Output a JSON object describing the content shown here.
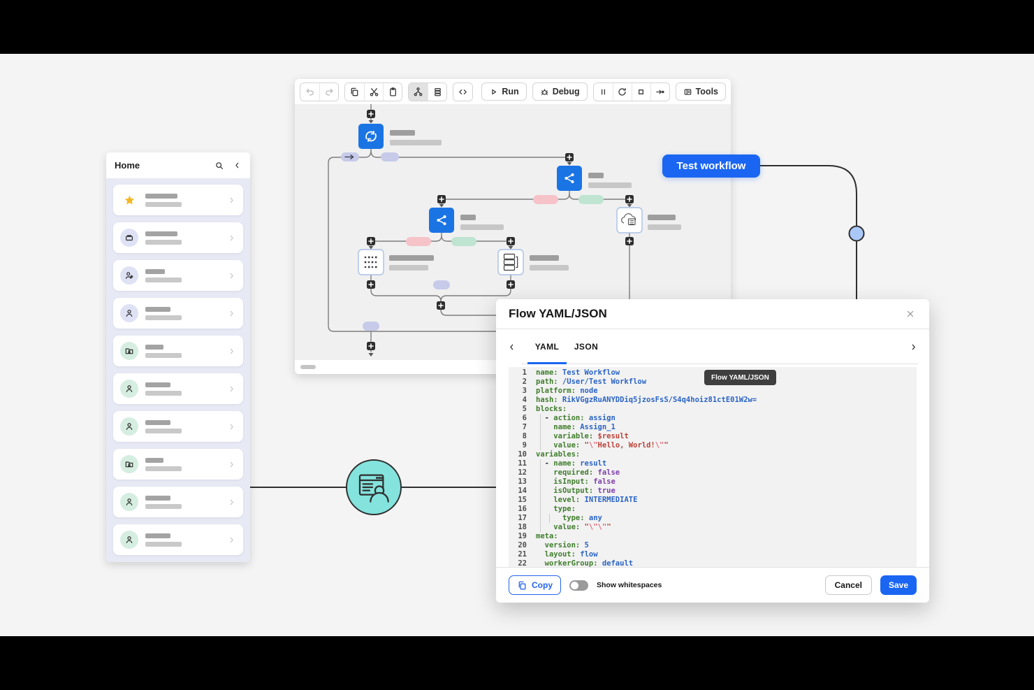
{
  "page": {
    "background": "#f4f4f4",
    "letterbox_color": "#000000"
  },
  "colors": {
    "accent_blue": "#1a66f2",
    "node_blue": "#1b74e4",
    "teal_circle": "#84e3dd",
    "pill_lavender": "#c7cbe9",
    "pill_pink": "#f6c3c9",
    "pill_mint": "#bfe4d1",
    "yaml_key": "#3f7d2c",
    "yaml_value": "#2a64c5",
    "yaml_string": "#bc4138",
    "yaml_escape": "#e0697a",
    "yaml_bool": "#7d3fa8"
  },
  "sidebar": {
    "title": "Home",
    "header_icons": [
      "search",
      "chevron-left"
    ],
    "items": [
      {
        "icon": "star",
        "circle": "none",
        "top_w": 46,
        "bot_w": 52
      },
      {
        "icon": "brick",
        "circle": "lavender",
        "top_w": 46,
        "bot_w": 52
      },
      {
        "icon": "user-gear",
        "circle": "lavender",
        "top_w": 28,
        "bot_w": 52
      },
      {
        "icon": "user",
        "circle": "lavender",
        "top_w": 36,
        "bot_w": 52
      },
      {
        "icon": "folder-user",
        "circle": "mint",
        "top_w": 26,
        "bot_w": 52
      },
      {
        "icon": "user",
        "circle": "mint",
        "top_w": 36,
        "bot_w": 52
      },
      {
        "icon": "user",
        "circle": "mint",
        "top_w": 36,
        "bot_w": 52
      },
      {
        "icon": "folder-user",
        "circle": "mint",
        "top_w": 26,
        "bot_w": 52
      },
      {
        "icon": "user",
        "circle": "mint",
        "top_w": 36,
        "bot_w": 52
      },
      {
        "icon": "user",
        "circle": "mint",
        "top_w": 36,
        "bot_w": 52
      }
    ]
  },
  "canvas": {
    "toolbar": {
      "left_groups": [
        [
          "undo",
          "redo"
        ],
        [
          "copy",
          "cut",
          "paste"
        ],
        [
          "tree",
          "stack"
        ],
        [
          "code"
        ]
      ],
      "disabled_icons": [
        "undo",
        "redo"
      ],
      "selected_icon": "tree",
      "run_label": "Run",
      "run_icon": "play",
      "debug_label": "Debug",
      "debug_icon": "bug",
      "transport_icons": [
        "pause",
        "restart",
        "stop",
        "step"
      ],
      "tools_label": "Tools",
      "tools_icon": "tools"
    }
  },
  "test_workflow": {
    "label": "Test workflow"
  },
  "modal": {
    "title": "Flow YAML/JSON",
    "close_icon": "close",
    "tab_nav": [
      "chevron-left",
      "chevron-right"
    ],
    "tabs": [
      {
        "label": "YAML",
        "active": true
      },
      {
        "label": "JSON",
        "active": false
      }
    ],
    "tooltip": "Flow YAML/JSON",
    "code_lines": [
      {
        "n": 1,
        "seg": [
          [
            "k",
            "name:"
          ],
          [
            "b",
            " Test Workflow"
          ]
        ]
      },
      {
        "n": 2,
        "seg": [
          [
            "k",
            "path:"
          ],
          [
            "b",
            " /User/Test Workflow"
          ]
        ]
      },
      {
        "n": 3,
        "seg": [
          [
            "k",
            "platform:"
          ],
          [
            "b",
            " node"
          ]
        ]
      },
      {
        "n": 4,
        "seg": [
          [
            "k",
            "hash:"
          ],
          [
            "b",
            " RikVGgzRuANYDDiq5jzosFsS/S4q4hoiz81ctE01W2w="
          ]
        ]
      },
      {
        "n": 5,
        "seg": [
          [
            "k",
            "blocks:"
          ]
        ]
      },
      {
        "n": 6,
        "seg": [
          [
            "t",
            "  - "
          ],
          [
            "k",
            "action:"
          ],
          [
            "b",
            " assign"
          ]
        ]
      },
      {
        "n": 7,
        "seg": [
          [
            "t",
            "    "
          ],
          [
            "k",
            "name:"
          ],
          [
            "b",
            " Assign_1"
          ]
        ]
      },
      {
        "n": 8,
        "seg": [
          [
            "t",
            "    "
          ],
          [
            "k",
            "variable:"
          ],
          [
            "r",
            " $result"
          ]
        ]
      },
      {
        "n": 9,
        "seg": [
          [
            "t",
            "    "
          ],
          [
            "k",
            "value:"
          ],
          [
            "r",
            " \""
          ],
          [
            "e",
            "\\\""
          ],
          [
            "r",
            "Hello, World!"
          ],
          [
            "e",
            "\\\""
          ],
          [
            "r",
            "\""
          ]
        ]
      },
      {
        "n": 10,
        "seg": [
          [
            "k",
            "variables:"
          ]
        ]
      },
      {
        "n": 11,
        "seg": [
          [
            "t",
            "  - "
          ],
          [
            "k",
            "name:"
          ],
          [
            "b",
            " result"
          ]
        ]
      },
      {
        "n": 12,
        "seg": [
          [
            "t",
            "    "
          ],
          [
            "k",
            "required:"
          ],
          [
            "p",
            " false"
          ]
        ]
      },
      {
        "n": 13,
        "seg": [
          [
            "t",
            "    "
          ],
          [
            "k",
            "isInput:"
          ],
          [
            "p",
            " false"
          ]
        ]
      },
      {
        "n": 14,
        "seg": [
          [
            "t",
            "    "
          ],
          [
            "k",
            "isOutput:"
          ],
          [
            "p",
            " true"
          ]
        ]
      },
      {
        "n": 15,
        "seg": [
          [
            "t",
            "    "
          ],
          [
            "k",
            "level:"
          ],
          [
            "b",
            " INTERMEDIATE"
          ]
        ]
      },
      {
        "n": 16,
        "seg": [
          [
            "t",
            "    "
          ],
          [
            "k",
            "type:"
          ]
        ]
      },
      {
        "n": 17,
        "seg": [
          [
            "t",
            "      "
          ],
          [
            "k",
            "type:"
          ],
          [
            "b",
            " any"
          ]
        ]
      },
      {
        "n": 18,
        "seg": [
          [
            "t",
            "    "
          ],
          [
            "k",
            "value:"
          ],
          [
            "r",
            " \""
          ],
          [
            "e",
            "\\\"\\\""
          ],
          [
            "r",
            "\""
          ]
        ]
      },
      {
        "n": 19,
        "seg": [
          [
            "k",
            "meta:"
          ]
        ]
      },
      {
        "n": 20,
        "seg": [
          [
            "t",
            "  "
          ],
          [
            "k",
            "version:"
          ],
          [
            "b",
            " 5"
          ]
        ]
      },
      {
        "n": 21,
        "seg": [
          [
            "t",
            "  "
          ],
          [
            "k",
            "layout:"
          ],
          [
            "b",
            " flow"
          ]
        ]
      },
      {
        "n": 22,
        "seg": [
          [
            "t",
            "  "
          ],
          [
            "k",
            "workerGroup:"
          ],
          [
            "b",
            " default"
          ]
        ]
      }
    ],
    "footer": {
      "copy_label": "Copy",
      "copy_icon": "copy",
      "toggle_label": "Show whitespaces",
      "toggle_on": false,
      "cancel_label": "Cancel",
      "save_label": "Save"
    }
  }
}
